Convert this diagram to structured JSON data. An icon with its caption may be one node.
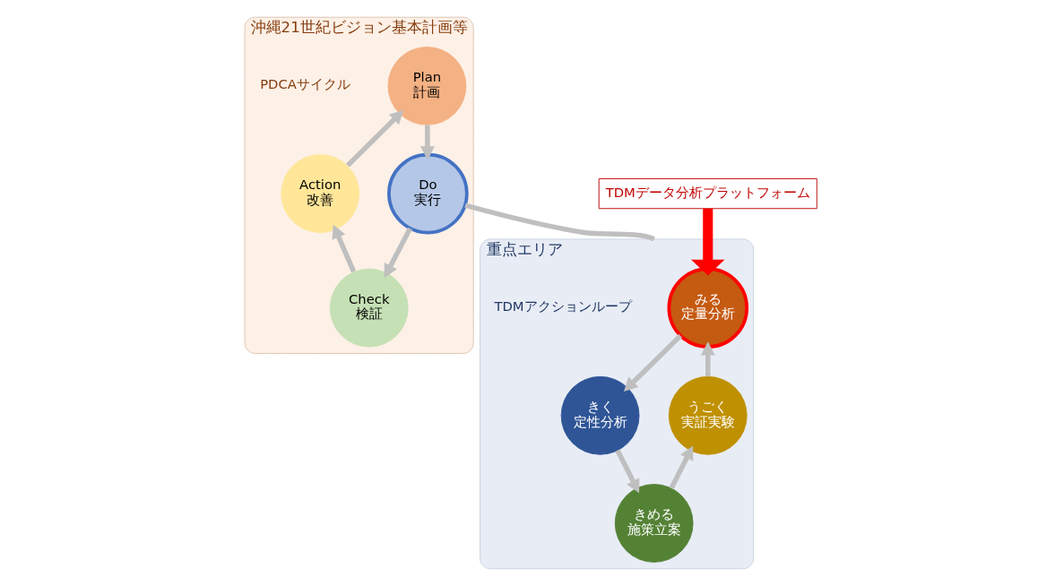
{
  "diagram": {
    "nodes": [
      {
        "text": [
          "沖縄21世紀ビジョン基本計画等"
        ]
      },
      {
        "text": [
          "Plan",
          "計画"
        ],
        "in": 0
      },
      {
        "text": [
          "Do",
          "実行"
        ],
        "in": 0
      },
      {
        "text": [
          "Check",
          "検証"
        ],
        "in": 0
      },
      {
        "text": [
          "Action",
          "改善"
        ],
        "in": 0
      },
      {
        "text": [
          "TDMデータ分析プラットフォーム"
        ]
      },
      {
        "text": [
          "重点エリア"
        ]
      },
      {
        "text": [
          "みる",
          "定量分析"
        ],
        "in": 6
      },
      {
        "text": [
          "きく",
          "定性分析"
        ],
        "in": 6
      },
      {
        "text": [
          "きめる",
          "施策立案"
        ],
        "in": 6
      },
      {
        "text": [
          "うごく",
          "実証実験"
        ],
        "in": 6
      }
    ],
    "edges": [
      {
        "from": 1,
        "to": 2,
        "arrow": "to"
      },
      {
        "from": 2,
        "to": 3,
        "arrow": "to"
      },
      {
        "from": 3,
        "to": 4,
        "arrow": "to"
      },
      {
        "from": 4,
        "to": 1,
        "arrow": "to"
      },
      {
        "from": 2,
        "to": 6,
        "arrow": "none"
      },
      {
        "from": 5,
        "to": 7,
        "arrow": "to",
        "style": "thick",
        "color": "#ff0000"
      },
      {
        "from": 7,
        "to": 8,
        "arrow": "to"
      },
      {
        "from": 8,
        "to": 9,
        "arrow": "to"
      },
      {
        "from": 9,
        "to": 10,
        "arrow": "to"
      },
      {
        "from": 10,
        "to": 7,
        "arrow": "to"
      }
    ],
    "labels": [
      "PDCAサイクル",
      "TDMアクションループ"
    ]
  }
}
